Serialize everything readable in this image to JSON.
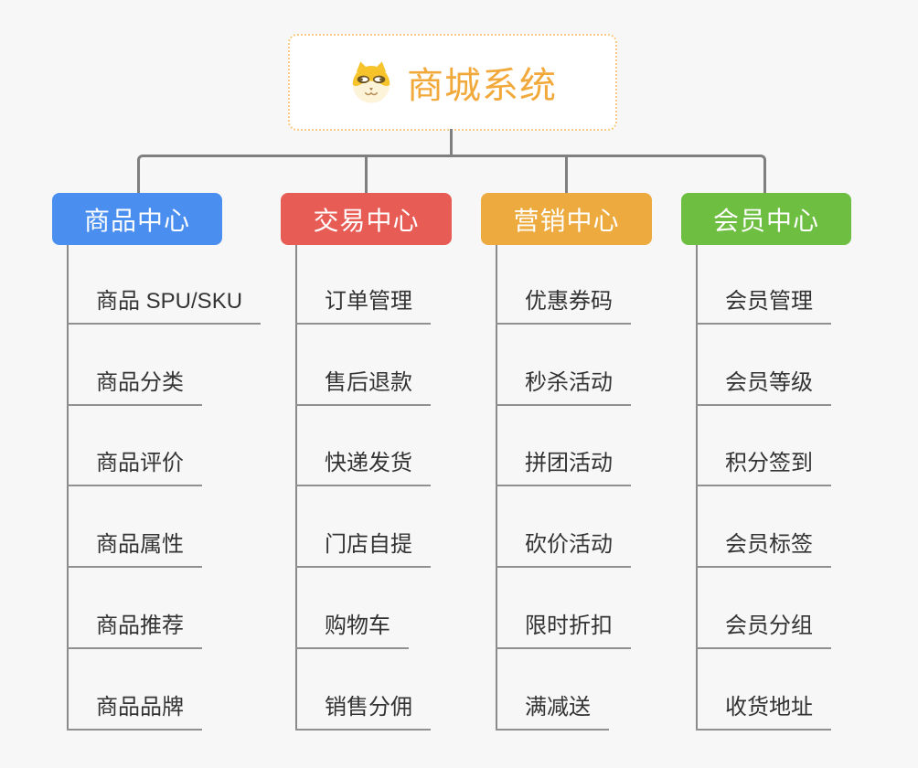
{
  "root": {
    "title": "商城系统",
    "icon": "shiba-dog-icon",
    "text_color": "#f2a93c",
    "border_color": "#f5cb83"
  },
  "connector_color": "#7f7f7f",
  "branches": [
    {
      "label": "商品中心",
      "color": "#4a8ff0",
      "children": [
        "商品 SPU/SKU",
        "商品分类",
        "商品评价",
        "商品属性",
        "商品推荐",
        "商品品牌"
      ]
    },
    {
      "label": "交易中心",
      "color": "#e85c56",
      "children": [
        "订单管理",
        "售后退款",
        "快递发货",
        "门店自提",
        "购物车",
        "销售分佣"
      ]
    },
    {
      "label": "营销中心",
      "color": "#edaa3e",
      "children": [
        "优惠券码",
        "秒杀活动",
        "拼团活动",
        "砍价活动",
        "限时折扣",
        "满减送"
      ]
    },
    {
      "label": "会员中心",
      "color": "#6ebe41",
      "children": [
        "会员管理",
        "会员等级",
        "积分签到",
        "会员标签",
        "会员分组",
        "收货地址"
      ]
    }
  ]
}
